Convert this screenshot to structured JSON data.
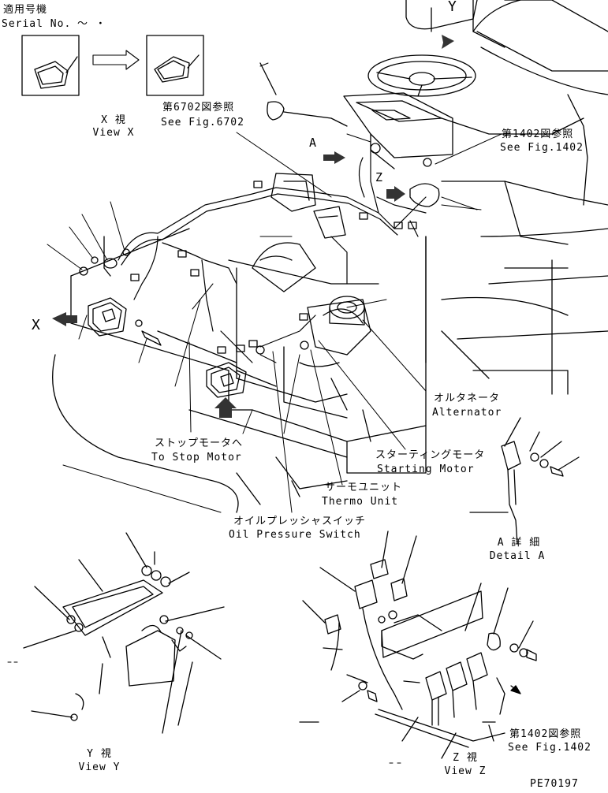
{
  "header": {
    "serial_jp": "適用号機",
    "serial_en": "Serial No.",
    "serial_range": "～ ・"
  },
  "labels": {
    "view_x_jp": "X 視",
    "view_x_en": "View X",
    "see_6702_jp": "第6702図参照",
    "see_6702_en": "See Fig.6702",
    "see_1402a_jp": "第1402図参照",
    "see_1402a_en": "See Fig.1402",
    "marker_a": "A",
    "marker_z": "Z",
    "marker_x": "X",
    "marker_y": "Y",
    "alternator_jp": "オルタネータ",
    "alternator_en": "Alternator",
    "stop_motor_jp": "ストップモータへ",
    "stop_motor_en": "To Stop Motor",
    "starting_motor_jp": "スターティングモータ",
    "starting_motor_en": "Starting Motor",
    "thermo_jp": "サーモユニット",
    "thermo_en": "Thermo Unit",
    "oil_jp": "オイルプレッシャスイッチ",
    "oil_en": "Oil Pressure Switch",
    "detail_a_jp": "A 詳 細",
    "detail_a_en": "Detail A",
    "view_y_jp": "Y 視",
    "view_y_en": "View Y",
    "view_z_jp": "Z 視",
    "view_z_en": "View Z",
    "see_1402b_jp": "第1402図参照",
    "see_1402b_en": "See Fig.1402",
    "drawing_no": "PE70197"
  }
}
